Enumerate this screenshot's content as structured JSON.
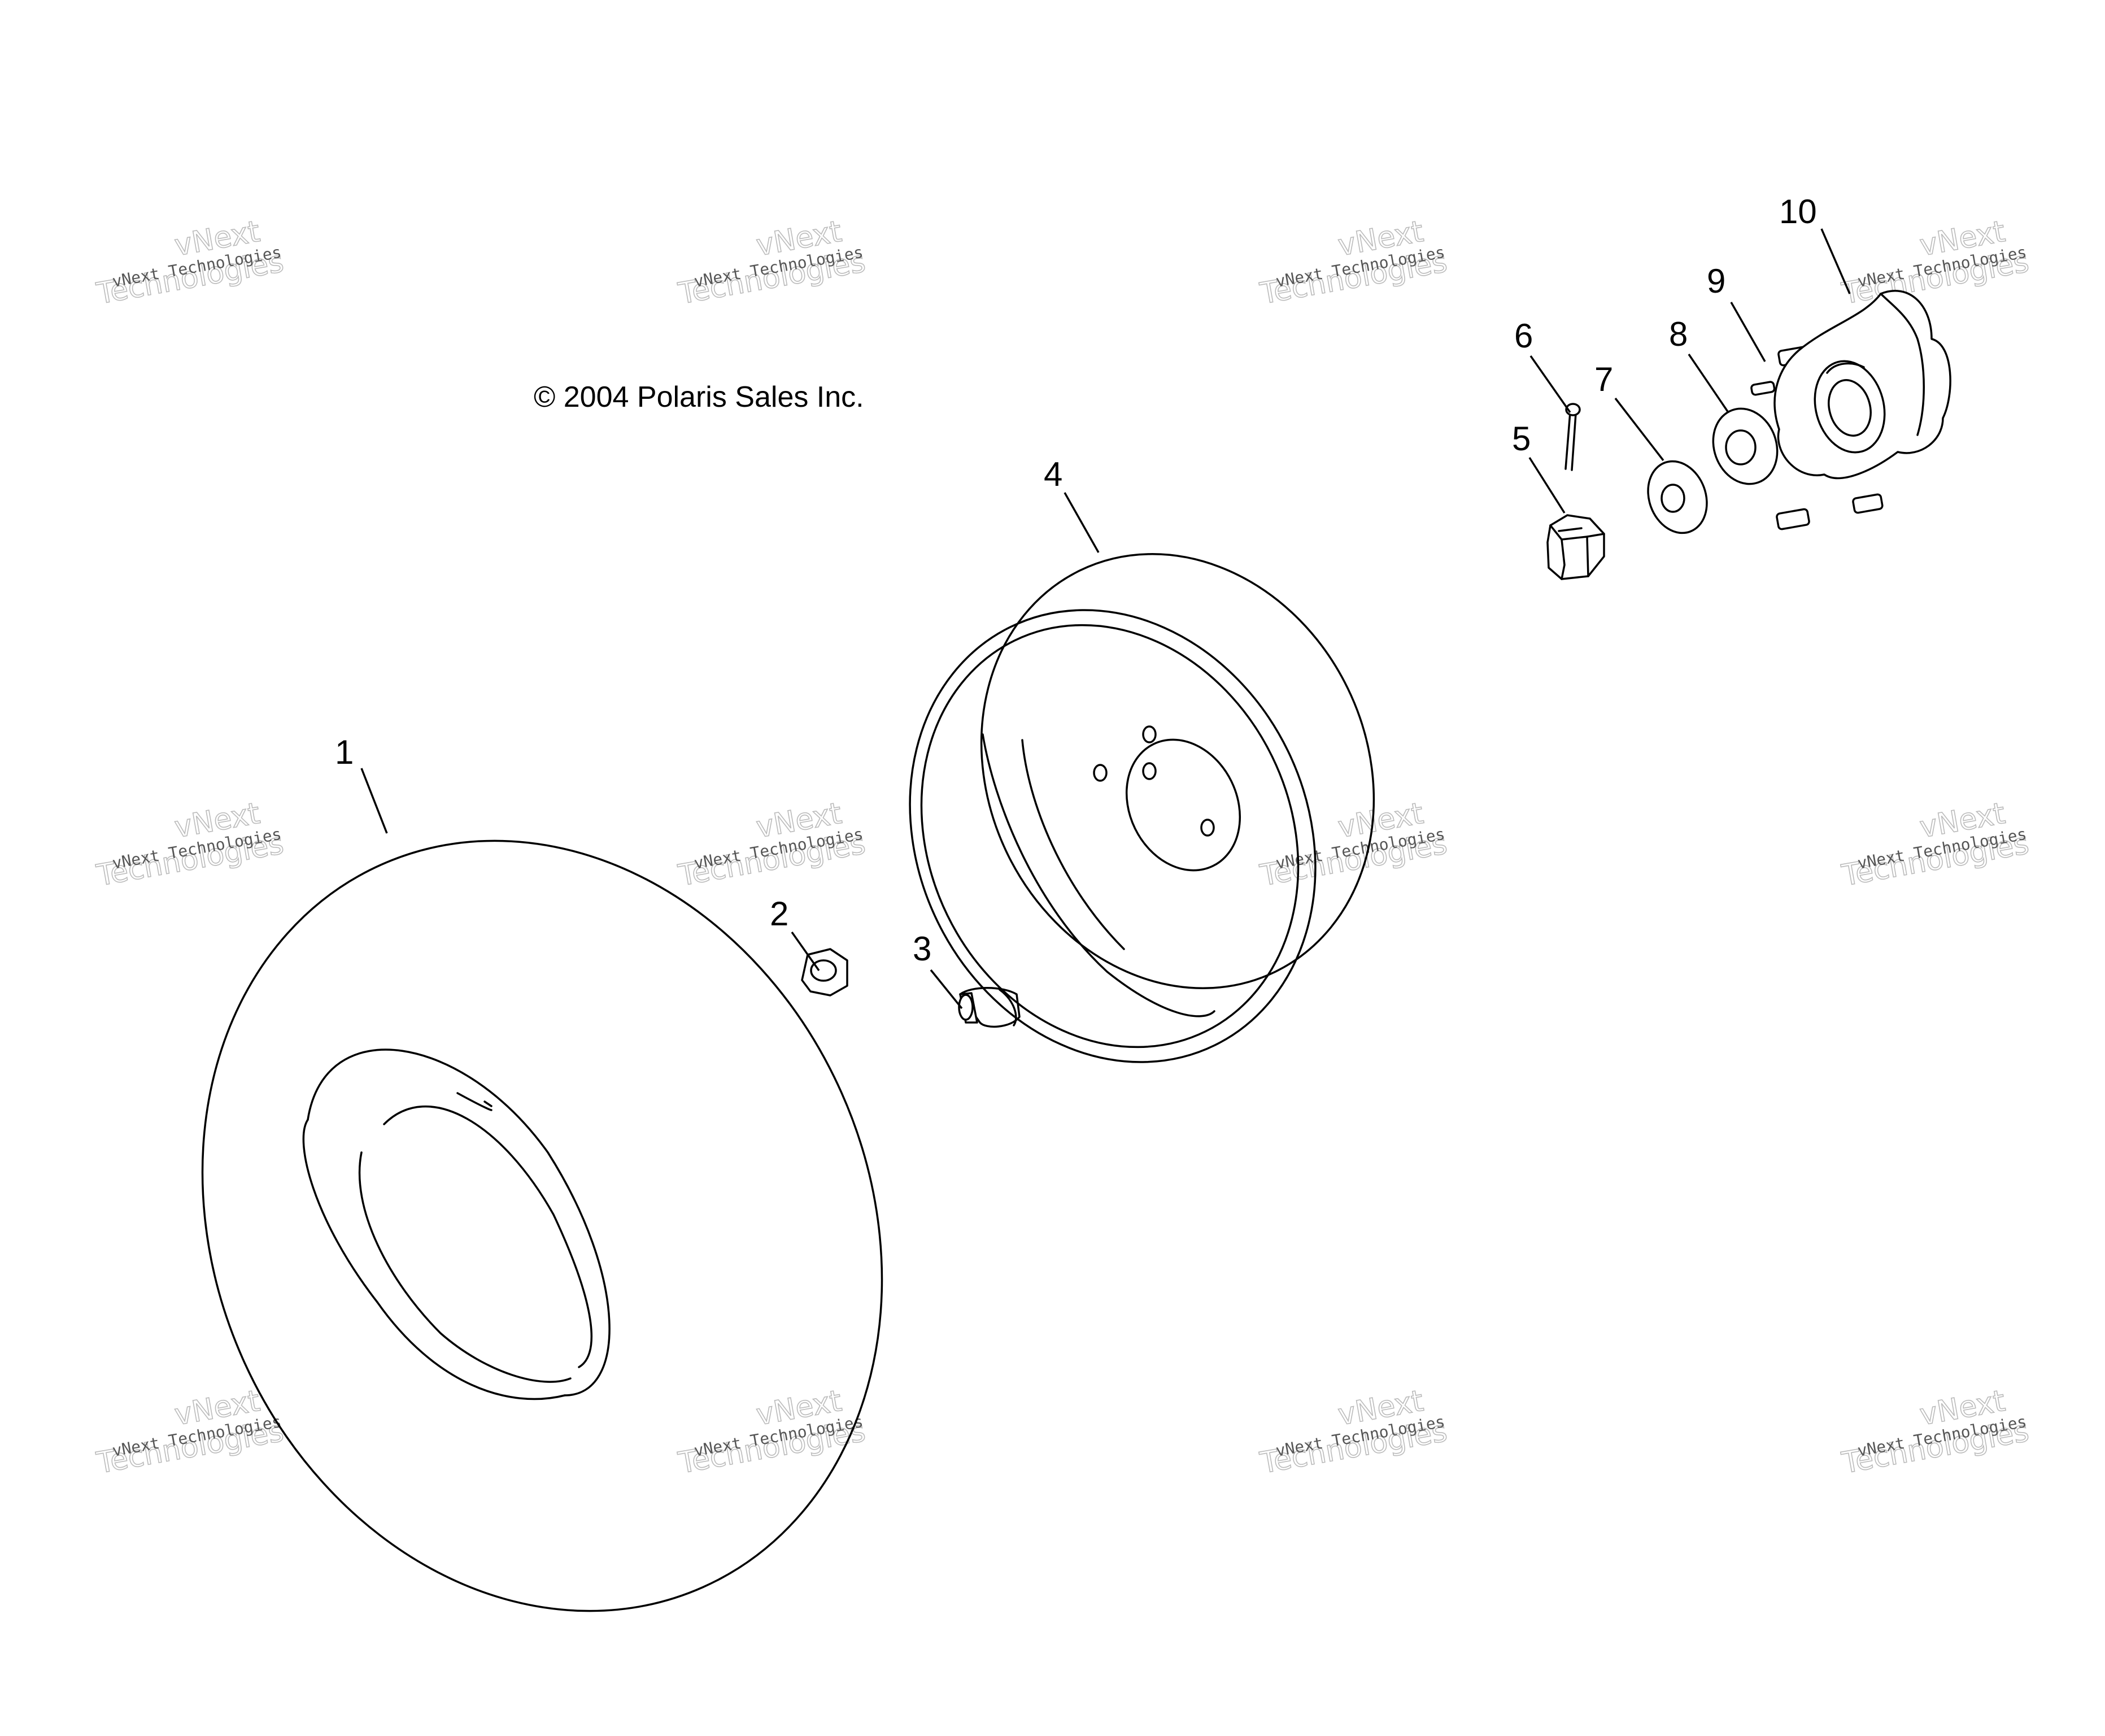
{
  "copyright": "© 2004 Polaris Sales Inc.",
  "watermark": {
    "line_small": "vNext Technologies",
    "line_large_1": "vNext",
    "line_large_2": "Technologies"
  },
  "callouts": [
    "1",
    "2",
    "3",
    "4",
    "5",
    "6",
    "7",
    "8",
    "9",
    "10"
  ],
  "colors": {
    "line": "#000000",
    "background": "#ffffff",
    "watermark": "#bbbbbb"
  }
}
